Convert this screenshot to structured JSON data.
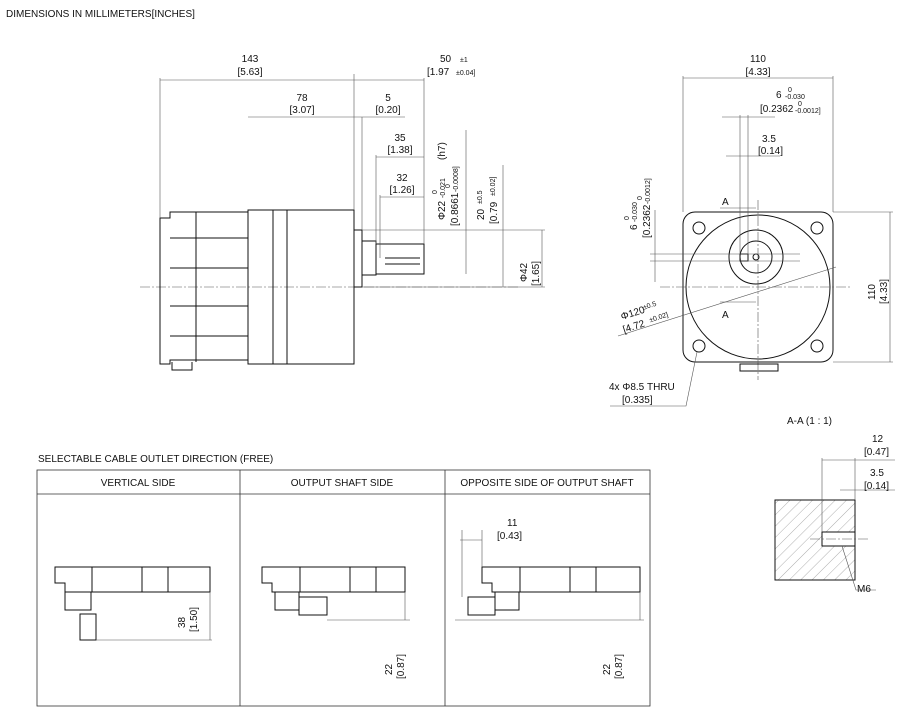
{
  "title": "DIMENSIONS IN MILLIMETERS[INCHES]",
  "side_view": {
    "overall_length": "143",
    "overall_length_in": "[5.63]",
    "shaft_length": "50",
    "shaft_length_tol": "±1",
    "shaft_length_in": "[1.97",
    "shaft_length_in_tol": "±0.04]",
    "gearbox_length": "78",
    "gearbox_length_in": "[3.07]",
    "flange_step": "5",
    "flange_step_in": "[0.20]",
    "key_length_outer": "35",
    "key_length_outer_in": "[1.38]",
    "key_length": "32",
    "key_length_in": "[1.26]",
    "shaft_dia": "Φ22",
    "shaft_dia_tol_up": "0",
    "shaft_dia_tol_low": "-0.021",
    "shaft_fit": "(h7)",
    "shaft_dia_in": "[0.8661",
    "shaft_dia_in_tol_up": "0",
    "shaft_dia_in_tol_low": "-0.0008]",
    "shaft_offset": "20",
    "shaft_offset_tol": "±0.5",
    "shaft_offset_in": "[0.79",
    "shaft_offset_in_tol": "±0.02]",
    "pilot_dia": "Φ42",
    "pilot_dia_in": "[1.65]"
  },
  "front_view": {
    "width": "110",
    "width_in": "[4.33]",
    "key_width": "6",
    "key_width_tol_up": "0",
    "key_width_tol_low": "-0.030",
    "key_width_in": "[0.2362",
    "key_width_in_tol_up": "0",
    "key_width_in_tol_low": "-0.0012]",
    "key_depth": "3.5",
    "key_depth_in": "[0.14]",
    "key_height": "6",
    "key_height_tol_up": "0",
    "key_height_tol_low": "-0.030",
    "key_height_in": "[0.2362",
    "key_height_in_tol_up": "0",
    "key_height_in_tol_low": "-0.0012]",
    "height": "110",
    "height_in": "[4.33]",
    "pcd": "Φ120",
    "pcd_tol": "±0.5",
    "pcd_in": "[4.72",
    "pcd_in_tol": "±0.02]",
    "holes": "4x  Φ8.5 THRU",
    "holes_in": "[0.335]",
    "section_mark": "A"
  },
  "section": {
    "title": "A-A  (1 : 1)",
    "depth": "12",
    "depth_in": "[0.47]",
    "thread_depth": "3.5",
    "thread_depth_in": "[0.14]",
    "thread": "M6"
  },
  "cable_table": {
    "title": "SELECTABLE CABLE OUTLET DIRECTION (FREE)",
    "columns": [
      "VERTICAL SIDE",
      "OUTPUT SHAFT SIDE",
      "OPPOSITE SIDE OF OUTPUT SHAFT"
    ],
    "vertical_dim": "38",
    "vertical_dim_in": "[1.50]",
    "shaft_side_dim": "22",
    "shaft_side_dim_in": "[0.87]",
    "opposite_dim": "22",
    "opposite_dim_in": "[0.87]",
    "opposite_top_dim": "11",
    "opposite_top_dim_in": "[0.43]"
  }
}
